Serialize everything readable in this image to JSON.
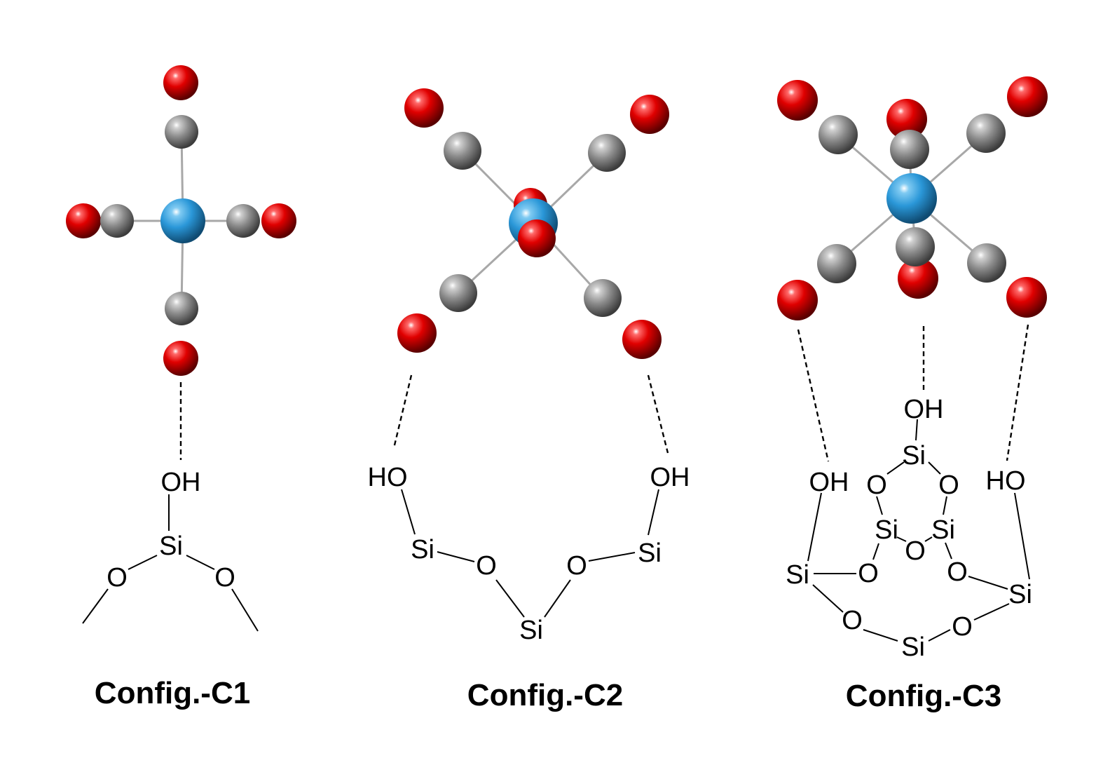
{
  "figure": {
    "colors": {
      "oxygen": "#e00000",
      "carbon": "#8c8c8c",
      "metal": "#2a97d8",
      "bond": "#a8a8a8",
      "text": "#000000"
    },
    "panels": [
      {
        "caption": "Config.-C1",
        "silanol_labels": {
          "oh": "OH",
          "si": "Si",
          "o_left": "O",
          "o_right": "O"
        }
      },
      {
        "caption": "Config.-C2",
        "silanol_labels": {
          "ho": "HO",
          "oh": "OH",
          "si_left": "Si",
          "si_right": "Si",
          "si_bottom": "Si",
          "o_left": "O",
          "o_right": "O"
        }
      },
      {
        "caption": "Config.-C3",
        "silanol_labels": {
          "oh_left": "OH",
          "oh_top": "OH",
          "ho_right": "HO",
          "si_top": "Si",
          "o_top_left": "O",
          "o_top_right": "O",
          "si_mid_left": "Si",
          "si_mid_right": "Si",
          "o_mid": "O",
          "si_left": "Si",
          "o_left_inner": "O",
          "o_right_inner": "O",
          "si_right": "Si",
          "o_bottom_left": "O",
          "o_bottom_right": "O",
          "si_bottom": "Si"
        }
      }
    ]
  }
}
